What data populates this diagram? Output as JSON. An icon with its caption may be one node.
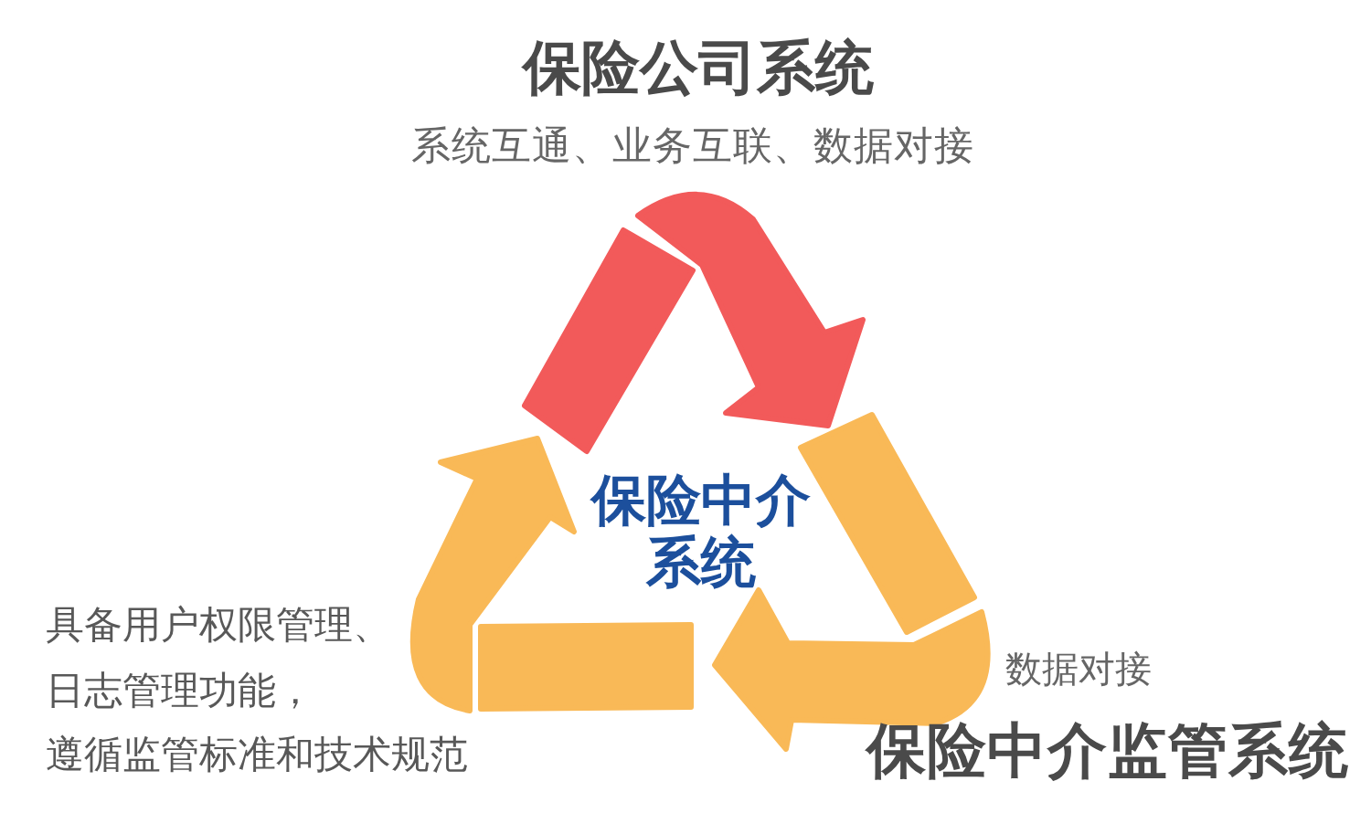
{
  "diagram": {
    "labels": [
      "保险公司系统",
      "系统互通、业务互联、数据对接",
      "保险中介系统",
      "具备用户权限管理、",
      "日志管理功能，",
      "遵循监管标准和技术规范",
      "数据对接",
      "保险中介监管系统"
    ]
  }
}
